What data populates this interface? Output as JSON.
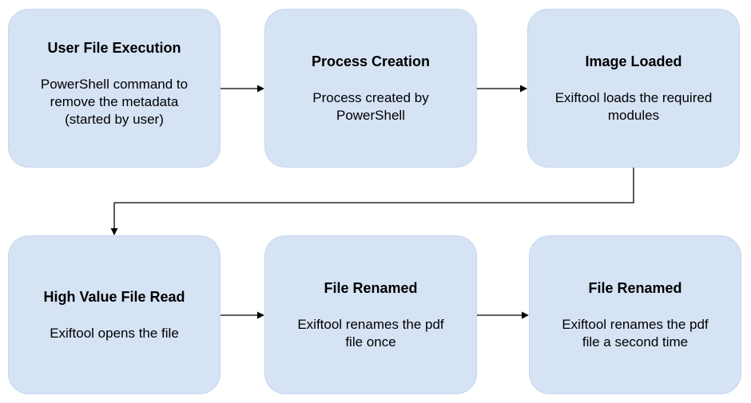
{
  "diagram": {
    "nodes": [
      {
        "id": "user-file-execution",
        "title": "User File Execution",
        "description": "PowerShell command to\nremove the metadata\n(started by user)"
      },
      {
        "id": "process-creation",
        "title": "Process Creation",
        "description": "Process created by\nPowerShell"
      },
      {
        "id": "image-loaded",
        "title": "Image Loaded",
        "description": "Exiftool loads the required\nmodules"
      },
      {
        "id": "high-value-file-read",
        "title": "High Value File Read",
        "description": "Exiftool opens the file"
      },
      {
        "id": "file-renamed-1",
        "title": "File Renamed",
        "description": "Exiftool renames the pdf\nfile once"
      },
      {
        "id": "file-renamed-2",
        "title": "File Renamed",
        "description": "Exiftool renames the pdf\nfile a second time"
      }
    ],
    "edges": [
      {
        "from": "user-file-execution",
        "to": "process-creation"
      },
      {
        "from": "process-creation",
        "to": "image-loaded"
      },
      {
        "from": "image-loaded",
        "to": "high-value-file-read"
      },
      {
        "from": "high-value-file-read",
        "to": "file-renamed-1"
      },
      {
        "from": "file-renamed-1",
        "to": "file-renamed-2"
      }
    ],
    "colors": {
      "node_fill": "#d6e3f5",
      "node_border": "#c5d6ee",
      "edge": "#000000"
    }
  }
}
